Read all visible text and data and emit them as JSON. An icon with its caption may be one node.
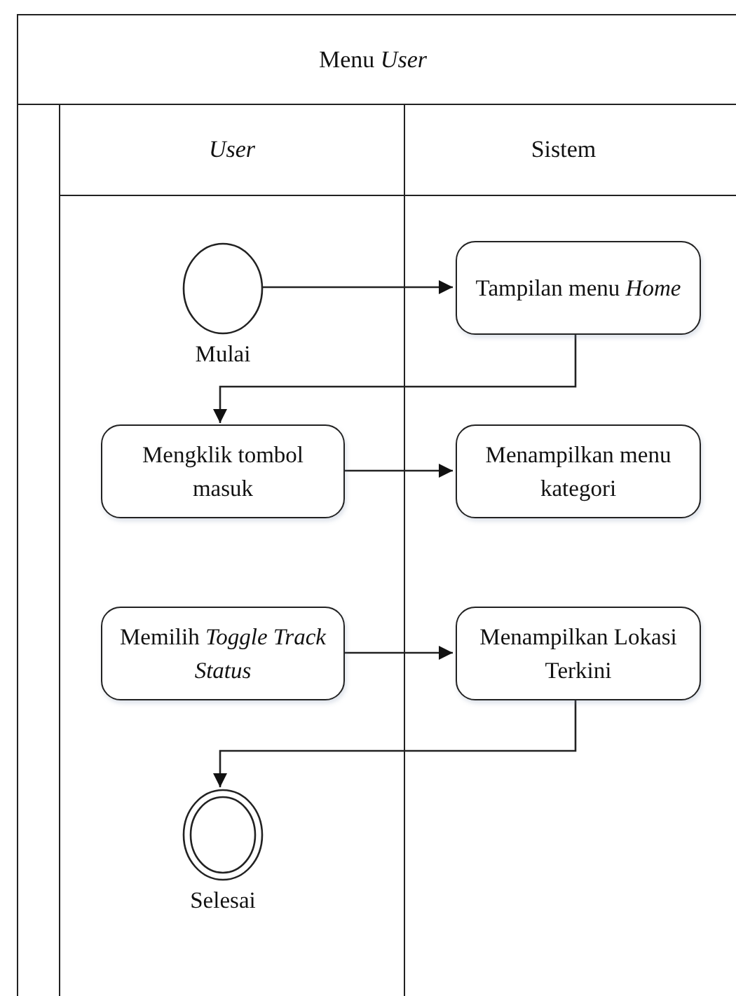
{
  "diagram": {
    "nodes": [
      {
        "text": [
          "Menu *User*"
        ]
      },
      {
        "text": [
          "User"
        ],
        "in": 0
      },
      {
        "text": [
          "Sistem"
        ],
        "in": 0
      },
      {
        "text": [],
        "shape": "circle",
        "beside": [
          "Mulai"
        ],
        "in": 1
      },
      {
        "text": [
          "Tampilan menu *Home*"
        ],
        "in": 2
      },
      {
        "text": [
          "Mengklik tombol masuk"
        ],
        "in": 1
      },
      {
        "text": [
          "Menampilkan menu kategori"
        ],
        "in": 2
      },
      {
        "text": [
          "Memilih *Toggle Track Status*"
        ],
        "in": 1
      },
      {
        "text": [
          "Menampilkan Lokasi Terkini"
        ],
        "in": 2
      },
      {
        "text": [],
        "shape": "ring",
        "beside": [
          "Selesai"
        ],
        "in": 1
      }
    ],
    "edges": [
      {
        "from": 3,
        "to": 4,
        "arrow": "to"
      },
      {
        "from": 4,
        "to": 5,
        "arrow": "to"
      },
      {
        "from": 5,
        "to": 6,
        "arrow": "to"
      },
      {
        "from": 7,
        "to": 8,
        "arrow": "to"
      },
      {
        "from": 8,
        "to": 9,
        "arrow": "to"
      }
    ]
  }
}
